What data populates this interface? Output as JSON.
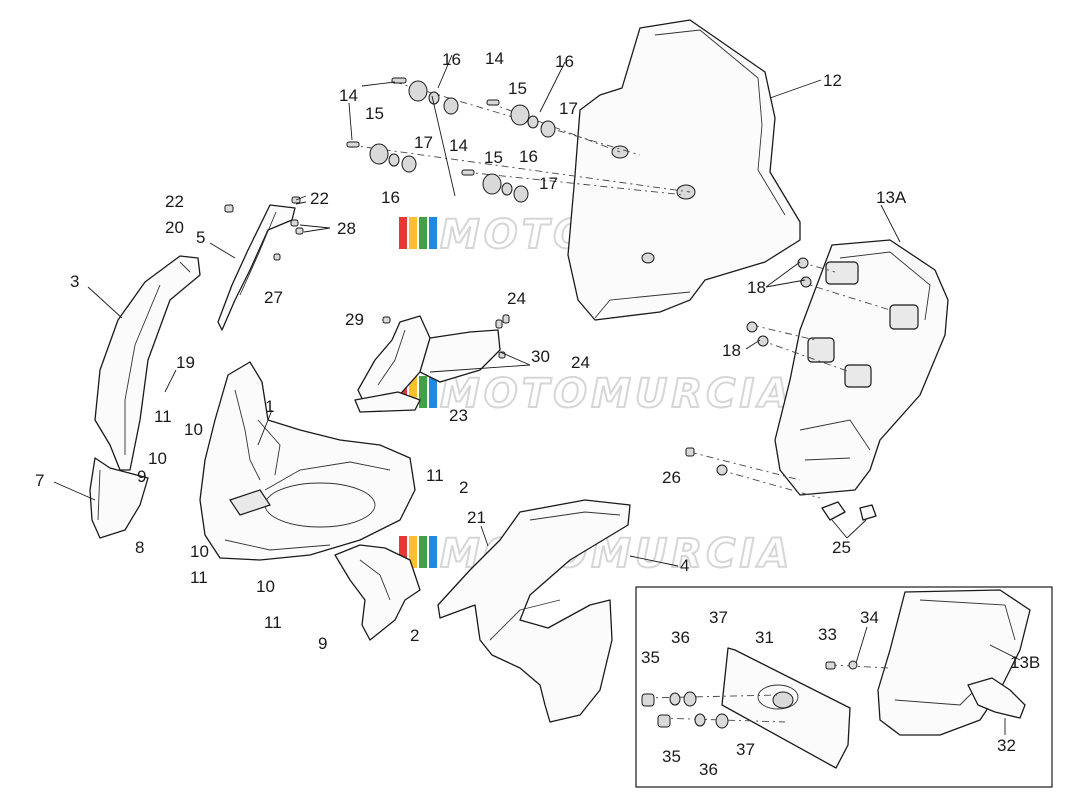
{
  "watermark": {
    "text": "MOTOMURCIA",
    "stripe_colors": [
      "#e53935",
      "#fbc02d",
      "#43a047",
      "#1e88e5"
    ]
  },
  "labels": {
    "l1": "1",
    "l2a": "2",
    "l2b": "2",
    "l3": "3",
    "l4": "4",
    "l5": "5",
    "l7": "7",
    "l8": "8",
    "l9a": "9",
    "l9b": "9",
    "l10a": "10",
    "l10b": "10",
    "l10c": "10",
    "l10d": "10",
    "l11a": "11",
    "l11b": "11",
    "l11c": "11",
    "l11d": "11",
    "l12": "12",
    "l13a": "13A",
    "l13b": "13B",
    "l14a": "14",
    "l14b": "14",
    "l14c": "14",
    "l15a": "15",
    "l15b": "15",
    "l15c": "15",
    "l16a": "16",
    "l16b": "16",
    "l16c": "16",
    "l16d": "16",
    "l17a": "17",
    "l17b": "17",
    "l17c": "17",
    "l18a": "18",
    "l18b": "18",
    "l19": "19",
    "l20": "20",
    "l21": "21",
    "l22a": "22",
    "l22b": "22",
    "l23": "23",
    "l24a": "24",
    "l24b": "24",
    "l25": "25",
    "l26": "26",
    "l27": "27",
    "l28": "28",
    "l29": "29",
    "l30": "30",
    "l31": "31",
    "l32": "32",
    "l33": "33",
    "l34": "34",
    "l35a": "35",
    "l35b": "35",
    "l36a": "36",
    "l36b": "36",
    "l37a": "37",
    "l37b": "37"
  }
}
